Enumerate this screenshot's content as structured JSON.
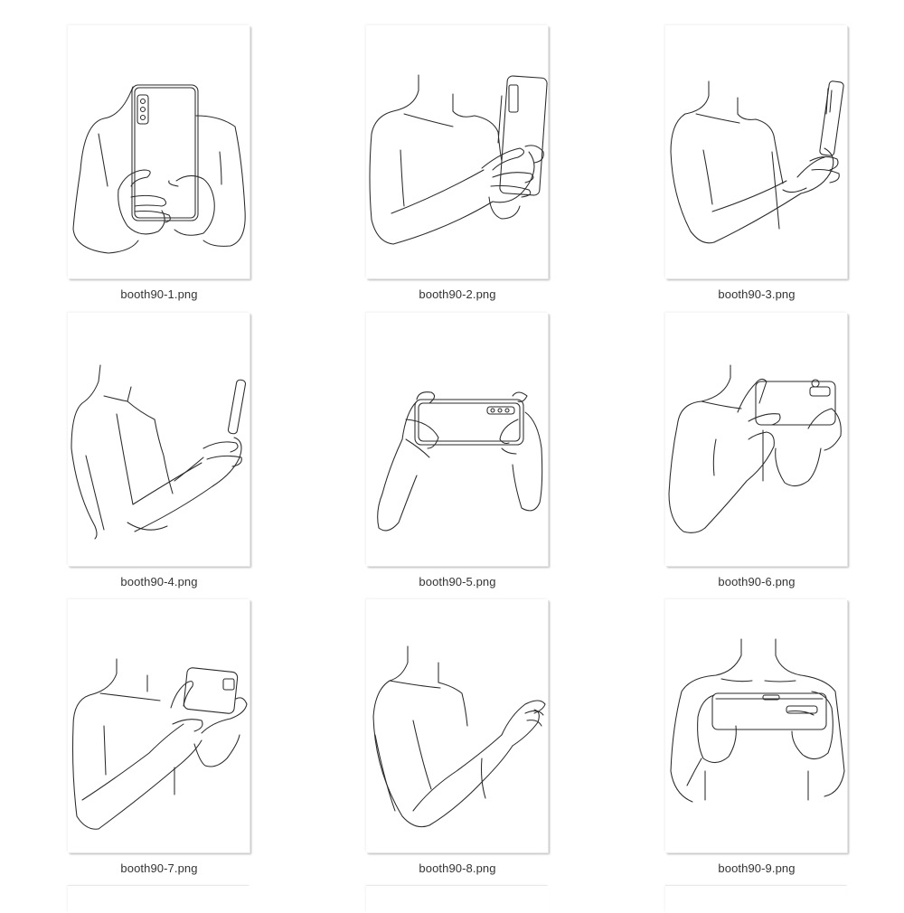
{
  "view": "large-icons",
  "colors": {
    "background": "#ffffff",
    "label_text": "#333333",
    "line_art": "#2a2a2a"
  },
  "files": [
    {
      "name": "booth90-1.png",
      "pose": "front, phone vertical held with both hands, camera facing viewer"
    },
    {
      "name": "booth90-2.png",
      "pose": "three-quarter, phone vertical held at right with both hands"
    },
    {
      "name": "booth90-3.png",
      "pose": "three-quarter, phone vertical side view held in right hand"
    },
    {
      "name": "booth90-4.png",
      "pose": "side, phone vertical held in right hand at arm length"
    },
    {
      "name": "booth90-5.png",
      "pose": "front, phone horizontal held with both hands, arms only"
    },
    {
      "name": "booth90-6.png",
      "pose": "three-quarter, phone horizontal held with both hands"
    },
    {
      "name": "booth90-7.png",
      "pose": "three-quarter, phone horizontal held raised with both hands"
    },
    {
      "name": "booth90-8.png",
      "pose": "three-quarter, hand raised pinching small object"
    },
    {
      "name": "booth90-9.png",
      "pose": "front, phone horizontal gaming grip with both hands"
    }
  ],
  "partial_row_count": 3
}
